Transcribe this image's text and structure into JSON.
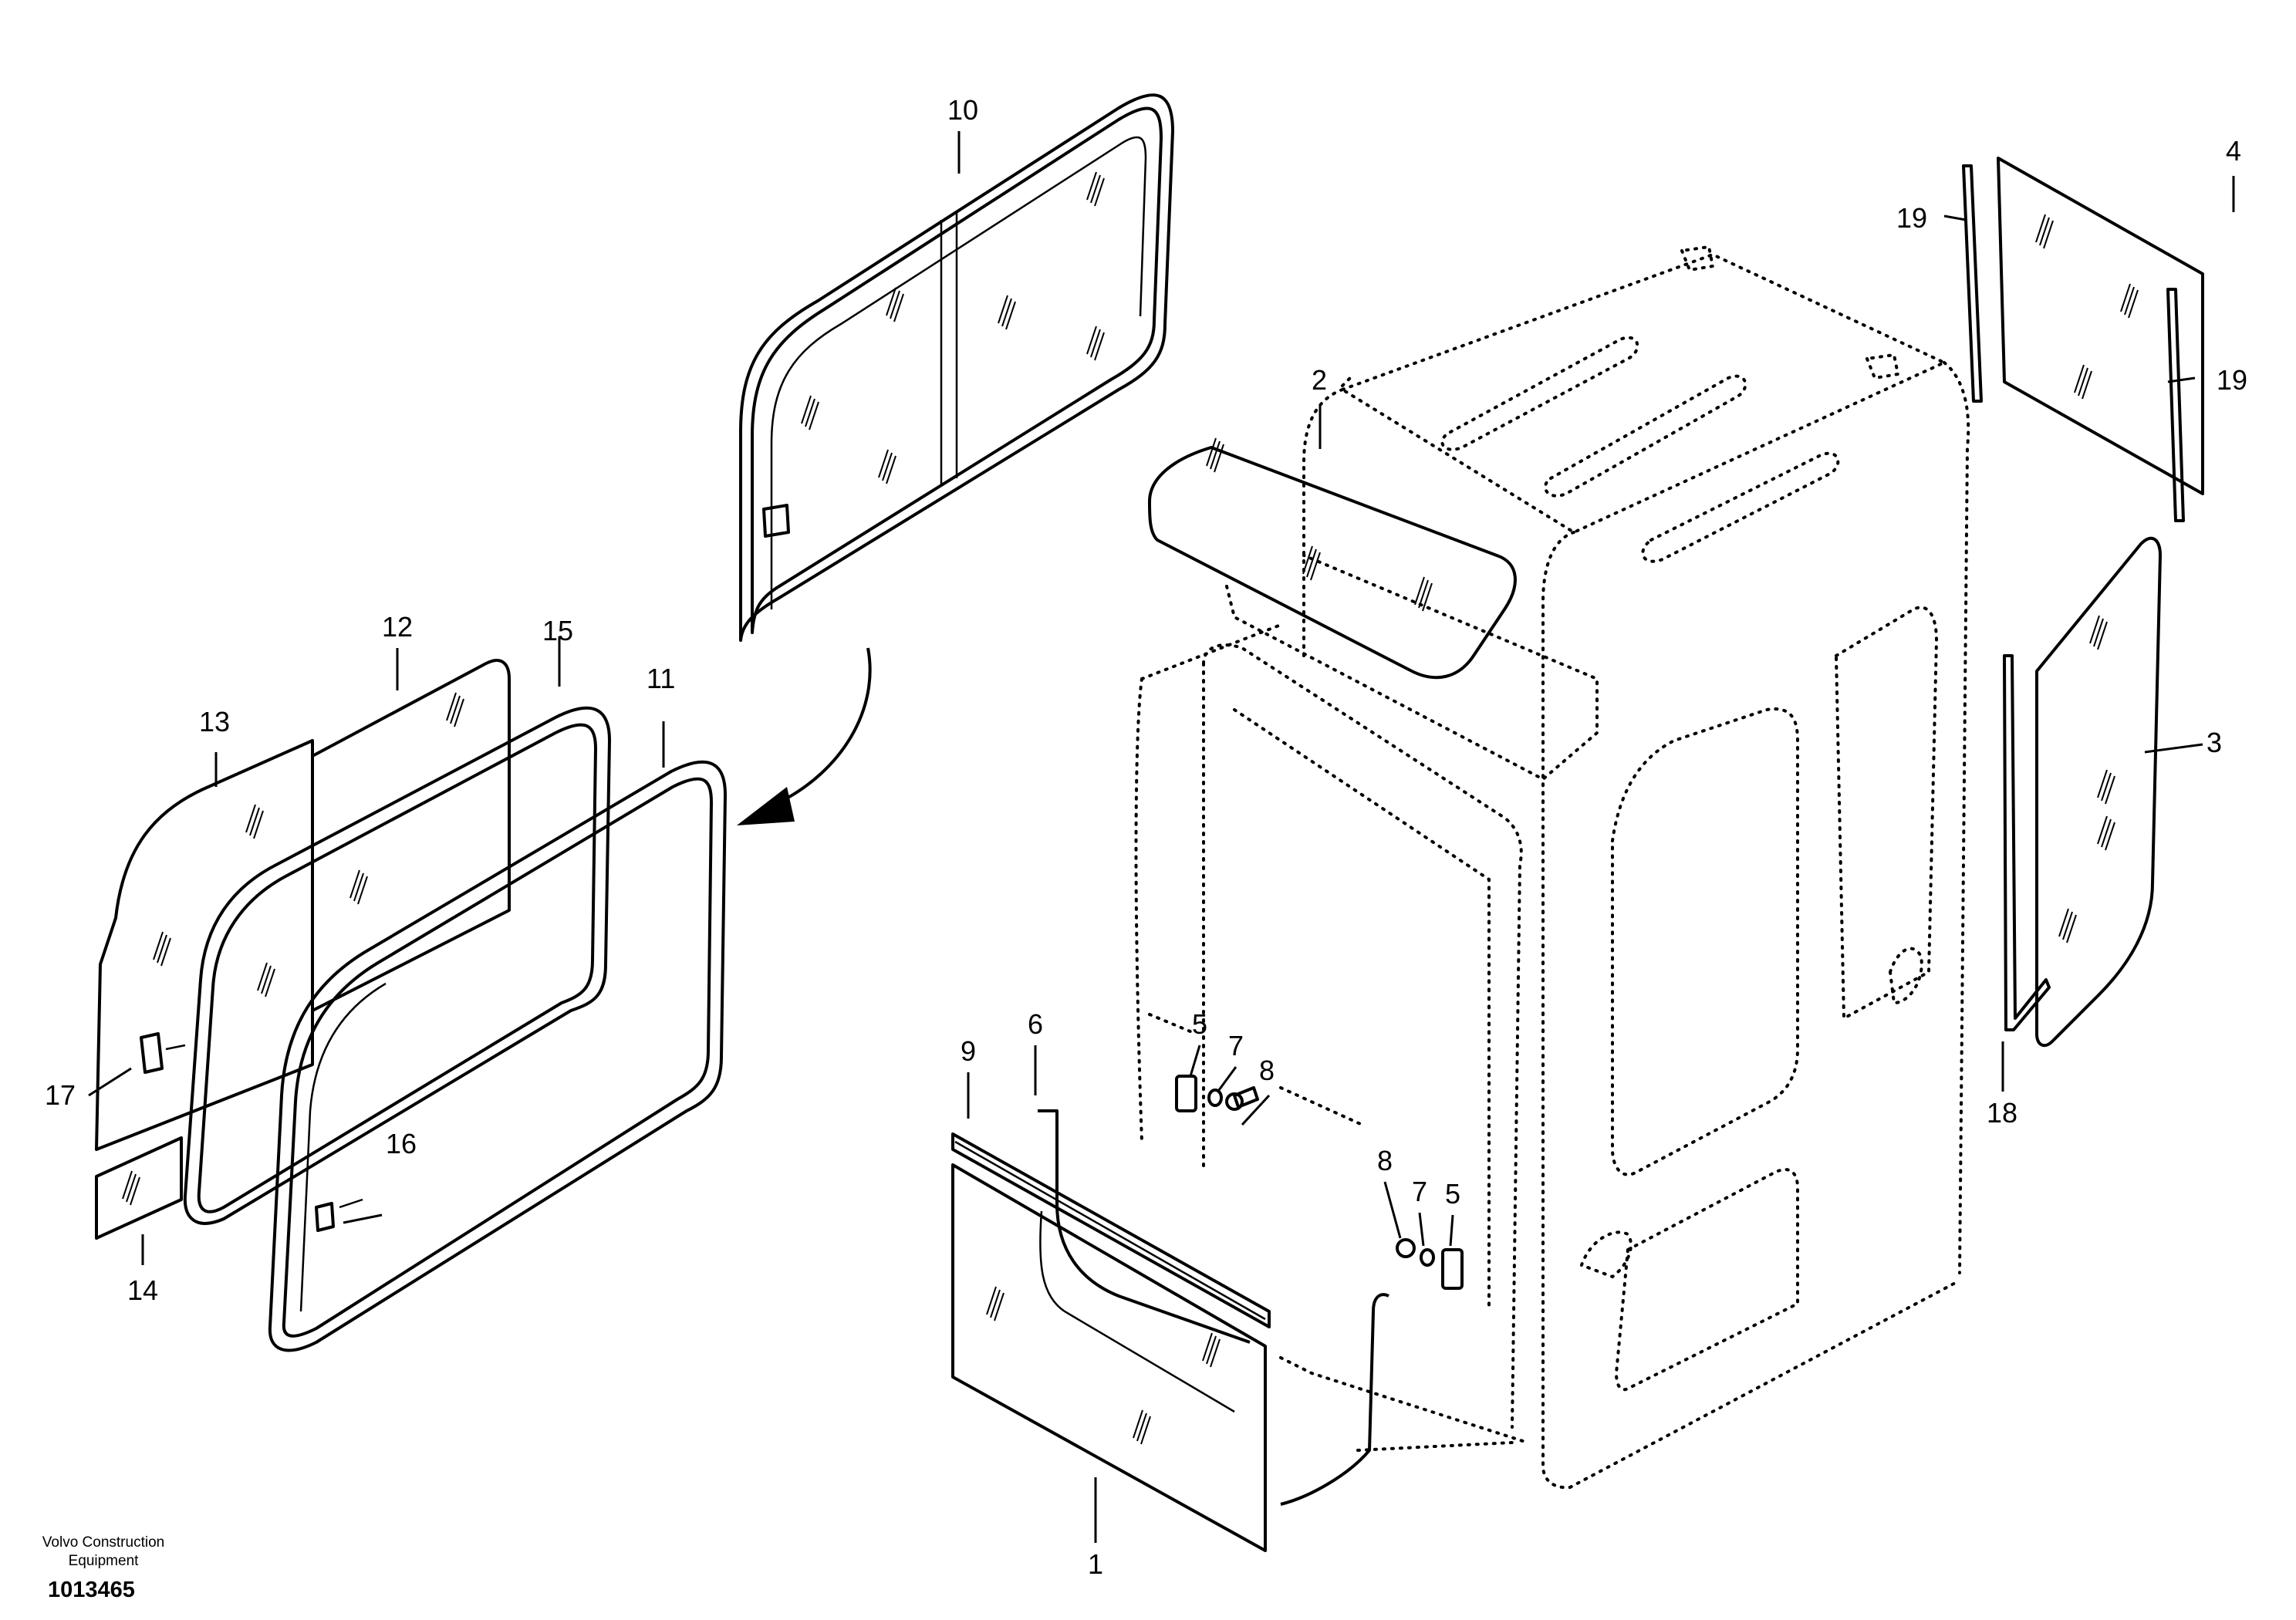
{
  "footer": {
    "brand_line1": "Volvo Construction",
    "brand_line2": "Equipment",
    "drawing_number": "1013465"
  },
  "callouts": [
    "1",
    "2",
    "3",
    "4",
    "5",
    "5",
    "6",
    "7",
    "7",
    "8",
    "8",
    "9",
    "10",
    "11",
    "12",
    "13",
    "14",
    "15",
    "16",
    "17",
    "18",
    "19",
    "19"
  ]
}
